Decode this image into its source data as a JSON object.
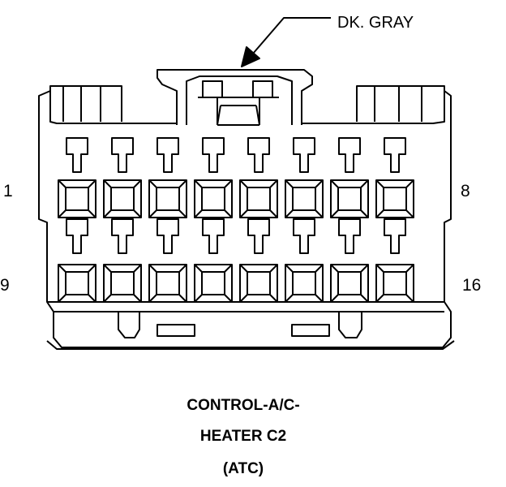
{
  "callout": {
    "text": "DK. GRAY"
  },
  "pin_labels": {
    "top_left": "1",
    "top_right": "8",
    "bottom_left": "9",
    "bottom_right": "16"
  },
  "title": {
    "line1": "CONTROL-A/C-",
    "line2": "HEATER C2",
    "line3": "(ATC)"
  },
  "connector": {
    "rows": 2,
    "cavities_per_row": 8,
    "color": "#000000"
  }
}
